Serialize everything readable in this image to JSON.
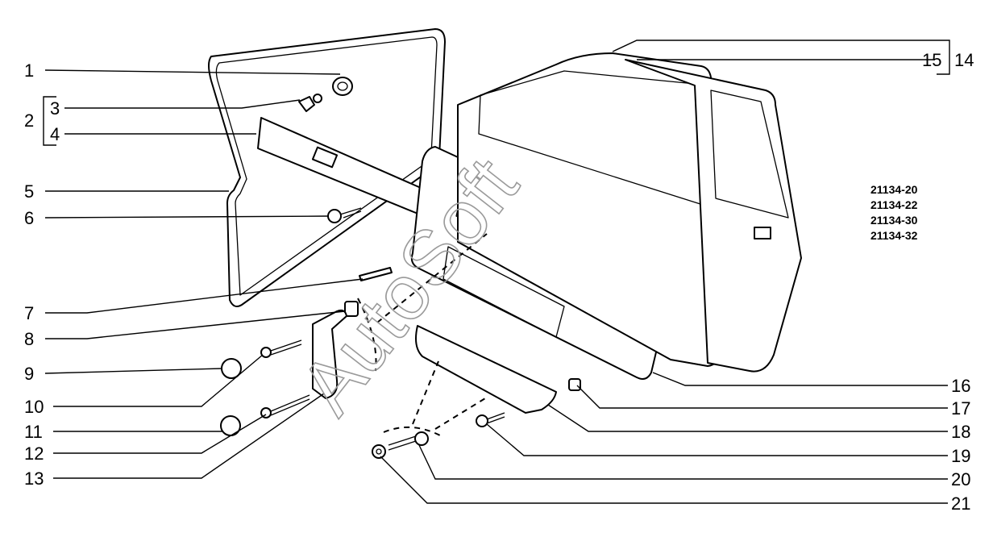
{
  "callouts": [
    "1",
    "2",
    "3",
    "4",
    "5",
    "6",
    "7",
    "8",
    "9",
    "10",
    "11",
    "12",
    "13",
    "14",
    "15",
    "16",
    "17",
    "18",
    "19",
    "20",
    "21"
  ],
  "model_codes": [
    "21134-20",
    "21134-22",
    "21134-30",
    "21134-32"
  ],
  "watermark": "AutoSoft"
}
